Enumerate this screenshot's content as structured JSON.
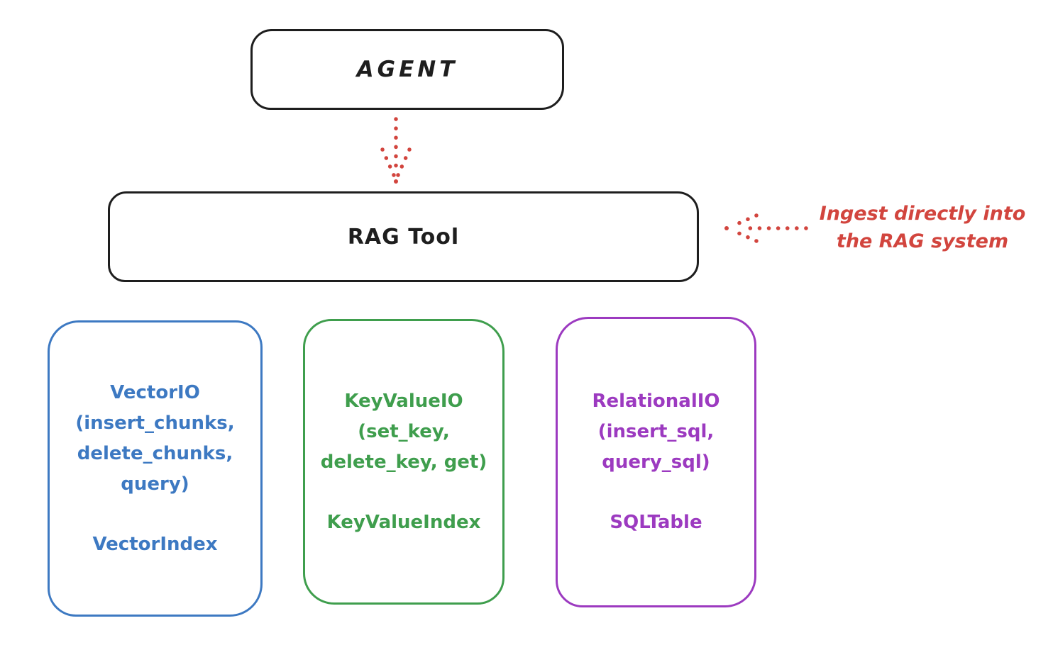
{
  "diagram": {
    "agent": {
      "label": "AGENT"
    },
    "rag_tool": {
      "label": "RAG Tool"
    },
    "annotation": {
      "line1": "Ingest directly into",
      "line2": "the RAG system"
    },
    "backends": [
      {
        "name": "vector-io",
        "color": "#3d79c2",
        "lines": [
          "VectorIO",
          "(insert_chunks,",
          "delete_chunks,",
          "query)"
        ],
        "index_label": "VectorIndex"
      },
      {
        "name": "keyvalue-io",
        "color": "#3f9e4d",
        "lines": [
          "KeyValueIO",
          "(set_key,",
          "delete_key, get)"
        ],
        "index_label": "KeyValueIndex"
      },
      {
        "name": "relational-io",
        "color": "#9c3ac0",
        "lines": [
          "RelationalIO",
          "(insert_sql,",
          "query_sql)"
        ],
        "index_label": "SQLTable"
      }
    ],
    "colors": {
      "ink": "#1e1e1e",
      "red": "#d2453e",
      "blue": "#3d79c2",
      "green": "#3f9e4d",
      "purple": "#9c3ac0",
      "background": "#ffffff"
    }
  }
}
